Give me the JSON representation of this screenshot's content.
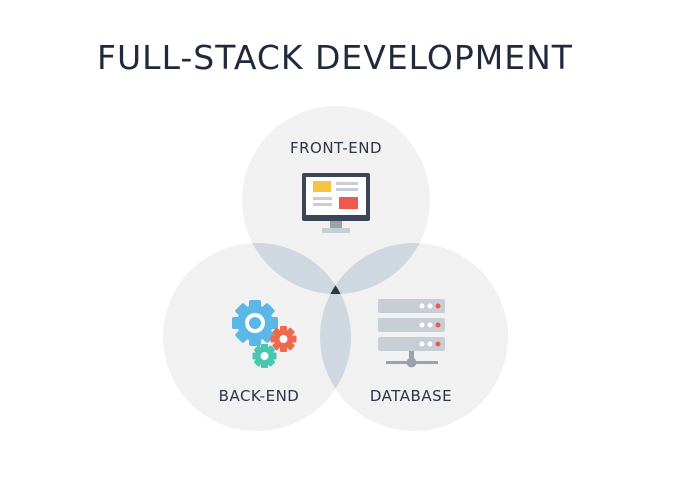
{
  "title": "FULL-STACK DEVELOPMENT",
  "circles": [
    {
      "label": "FRONT-END",
      "icon": "monitor-icon"
    },
    {
      "label": "BACK-END",
      "icon": "gears-icon"
    },
    {
      "label": "DATABASE",
      "icon": "server-icon"
    }
  ],
  "colors": {
    "circle_fill": "#f1f1f1",
    "overlap_fill": "#cfd7e0",
    "center_fill": "#2b3545",
    "title": "#1f2a3c",
    "monitor_yellow": "#f6c342",
    "monitor_red": "#ef5a4c",
    "gear_blue": "#5bb8e6",
    "gear_orange": "#ef6a4c",
    "gear_teal": "#47c7b0",
    "server_gray": "#9aa3ad",
    "server_light": "#c8ced6"
  }
}
